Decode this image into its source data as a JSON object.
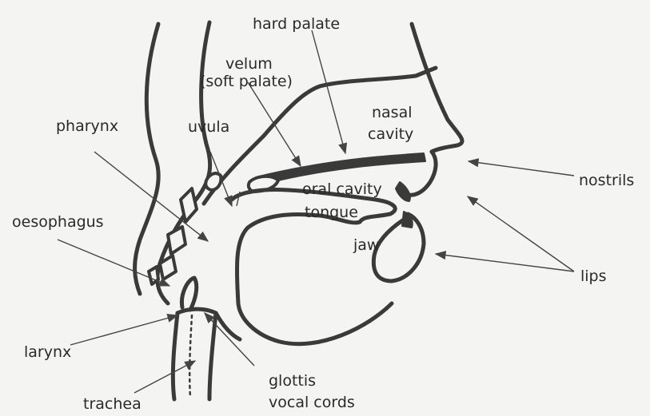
{
  "diagram": {
    "labels": {
      "hard_palate": "hard palate",
      "velum": "velum",
      "soft_palate": "(soft palate)",
      "nasal": "nasal",
      "cavity": "cavity",
      "pharynx": "pharynx",
      "uvula": "uvula",
      "nostrils": "nostrils",
      "oral_cavity": "oral cavity",
      "tongue": "tongue",
      "oesophagus": "oesophagus",
      "jaw": "jaw",
      "lips": "lips",
      "larynx": "larynx",
      "glottis": "glottis",
      "vocal_cords": "vocal cords",
      "trachea": "trachea"
    }
  }
}
